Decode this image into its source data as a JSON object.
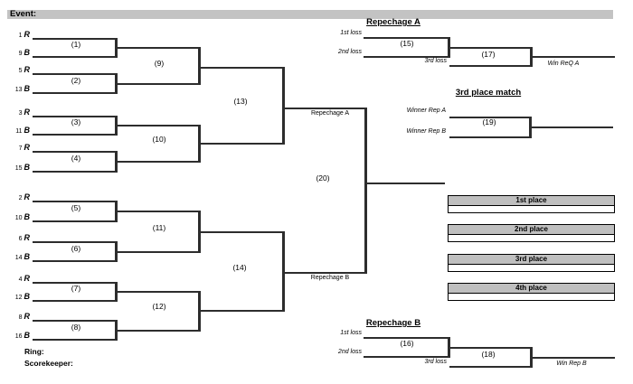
{
  "event": {
    "label": "Event:"
  },
  "bracket": {
    "seeds": [
      {
        "num": "1",
        "code": "R"
      },
      {
        "num": "9",
        "code": "B"
      },
      {
        "num": "5",
        "code": "R"
      },
      {
        "num": "13",
        "code": "B"
      },
      {
        "num": "3",
        "code": "R"
      },
      {
        "num": "11",
        "code": "B"
      },
      {
        "num": "7",
        "code": "R"
      },
      {
        "num": "15",
        "code": "B"
      },
      {
        "num": "2",
        "code": "R"
      },
      {
        "num": "10",
        "code": "B"
      },
      {
        "num": "6",
        "code": "R"
      },
      {
        "num": "14",
        "code": "B"
      },
      {
        "num": "4",
        "code": "R"
      },
      {
        "num": "12",
        "code": "B"
      },
      {
        "num": "8",
        "code": "R"
      },
      {
        "num": "16",
        "code": "B"
      }
    ],
    "round1_labels": [
      "(1)",
      "(2)",
      "(3)",
      "(4)",
      "(5)",
      "(6)",
      "(7)",
      "(8)"
    ],
    "round2_labels": [
      "(9)",
      "(10)",
      "(11)",
      "(12)"
    ],
    "semifinal_labels": [
      "(13)",
      "(14)"
    ],
    "final_label": "(20)",
    "semifinal_a_tag": "Repechage A",
    "semifinal_b_tag": "Repechage B"
  },
  "repechage_a": {
    "title": "Repechage A",
    "first_loss": "1st loss",
    "second_loss": "2nd loss",
    "third_loss": "3rd loss",
    "match_1": "(15)",
    "match_2": "(17)",
    "winner": "Win ReQ A"
  },
  "repechage_b": {
    "title": "Repechage B",
    "first_loss": "1st loss",
    "second_loss": "2nd loss",
    "third_loss": "3rd loss",
    "match_1": "(16)",
    "match_2": "(18)",
    "winner": "Win Rep B"
  },
  "third_place": {
    "title": "3rd place match",
    "entrant_a": "Winner Rep A",
    "entrant_b": "Winner Rep B",
    "match": "(19)"
  },
  "places": [
    {
      "label": "1st place"
    },
    {
      "label": "2nd place"
    },
    {
      "label": "3rd place"
    },
    {
      "label": "4th place"
    }
  ],
  "footer": {
    "ring_label": "Ring:",
    "scorekeeper_label": "Scorekeeper:"
  },
  "colors": {
    "header_bar_gray": "#c3c3c3",
    "place_header_gray": "#bfbfbf",
    "line_color": "#2d2d2d"
  }
}
